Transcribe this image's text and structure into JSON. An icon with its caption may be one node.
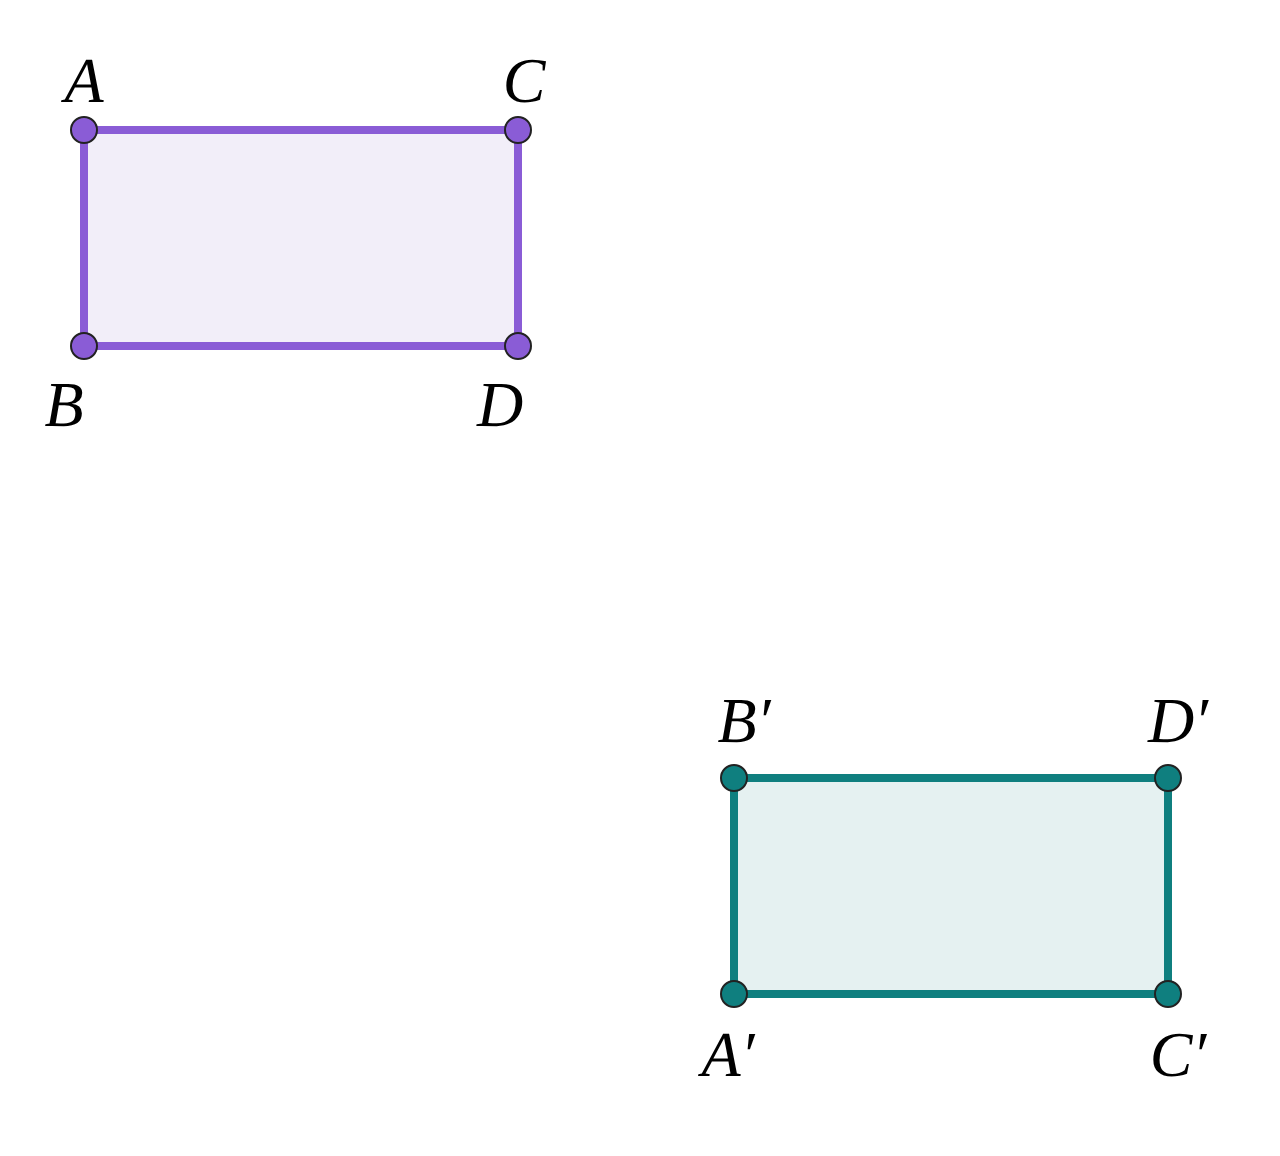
{
  "diagram": {
    "nodes": [
      {
        "text": [],
        "shape": "box"
      },
      {
        "text": [],
        "shape": "box"
      }
    ],
    "labels": [
      "A",
      "C",
      "B",
      "D",
      "B′",
      "D′",
      "A′",
      "C′"
    ]
  }
}
